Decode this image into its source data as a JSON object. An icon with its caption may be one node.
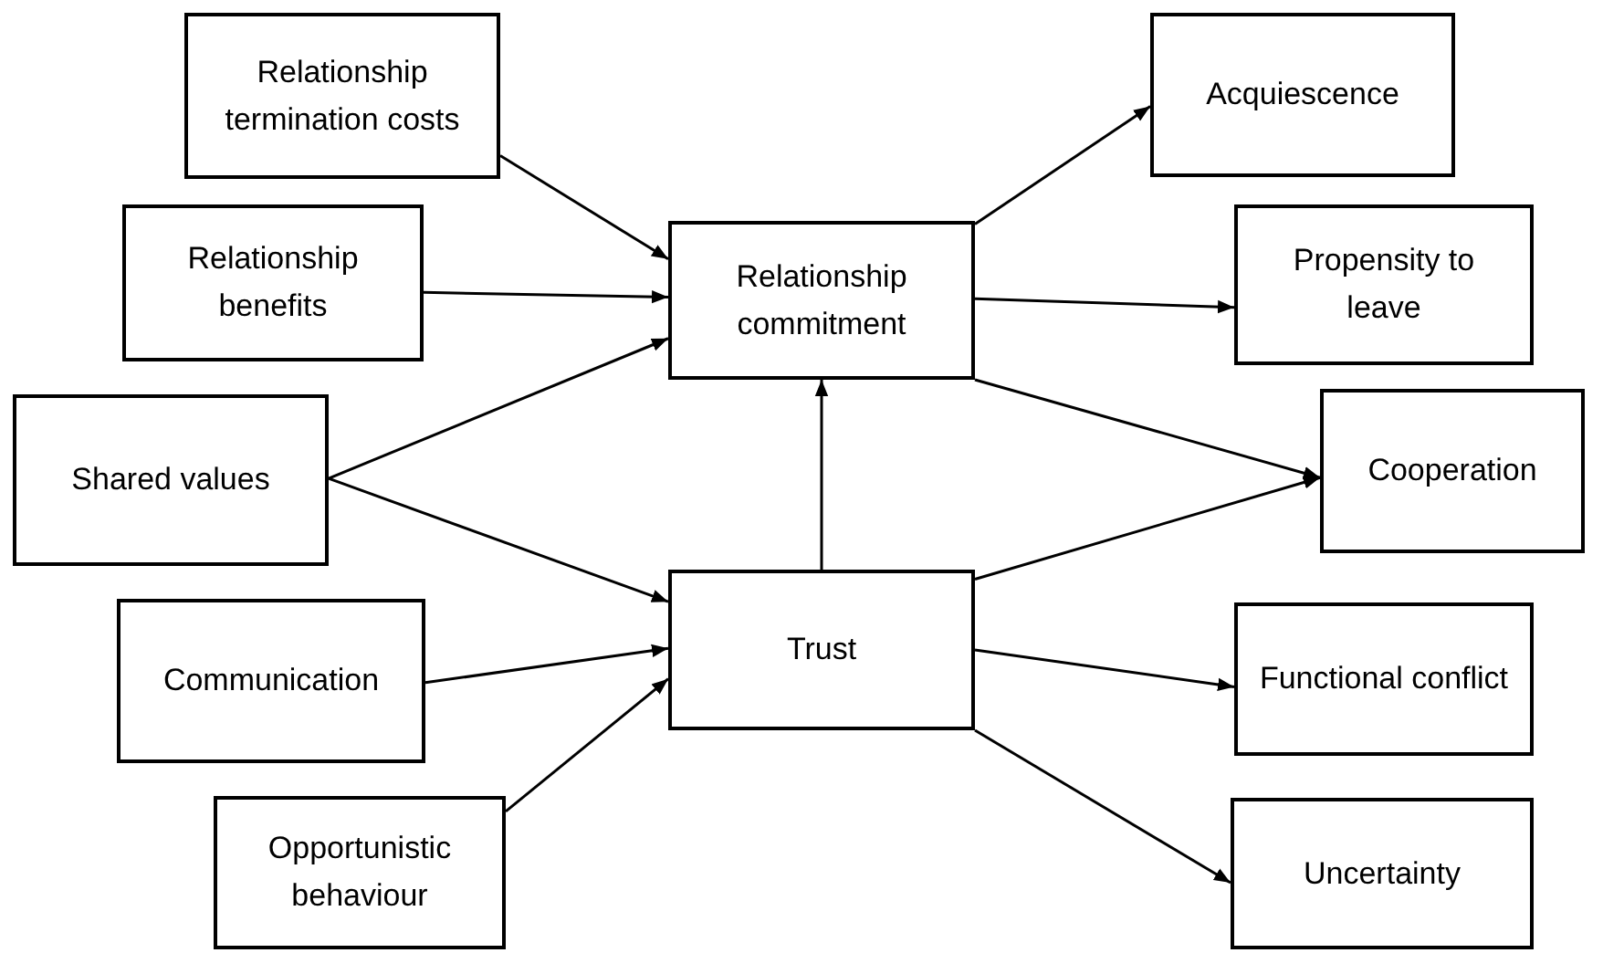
{
  "diagram": {
    "nodes": [
      {
        "text": [
          "Relationship termination costs"
        ]
      },
      {
        "text": [
          "Relationship benefits"
        ]
      },
      {
        "text": [
          "Shared values"
        ]
      },
      {
        "text": [
          "Communication"
        ]
      },
      {
        "text": [
          "Opportunistic behaviour"
        ]
      },
      {
        "text": [
          "Relationship commitment"
        ]
      },
      {
        "text": [
          "Trust"
        ]
      },
      {
        "text": [
          "Acquiescence"
        ]
      },
      {
        "text": [
          "Propensity to leave"
        ]
      },
      {
        "text": [
          "Cooperation"
        ]
      },
      {
        "text": [
          "Functional conflict"
        ]
      },
      {
        "text": [
          "Uncertainty"
        ]
      }
    ],
    "edges": [
      {
        "from": 0,
        "to": 5,
        "arrow": "to"
      },
      {
        "from": 1,
        "to": 5,
        "arrow": "to"
      },
      {
        "from": 2,
        "to": 5,
        "arrow": "to"
      },
      {
        "from": 2,
        "to": 6,
        "arrow": "to"
      },
      {
        "from": 3,
        "to": 6,
        "arrow": "to"
      },
      {
        "from": 4,
        "to": 6,
        "arrow": "to"
      },
      {
        "from": 6,
        "to": 5,
        "arrow": "to"
      },
      {
        "from": 5,
        "to": 7,
        "arrow": "to"
      },
      {
        "from": 5,
        "to": 8,
        "arrow": "to"
      },
      {
        "from": 5,
        "to": 9,
        "arrow": "to"
      },
      {
        "from": 6,
        "to": 9,
        "arrow": "to"
      },
      {
        "from": 6,
        "to": 10,
        "arrow": "to"
      },
      {
        "from": 6,
        "to": 11,
        "arrow": "to"
      }
    ]
  }
}
